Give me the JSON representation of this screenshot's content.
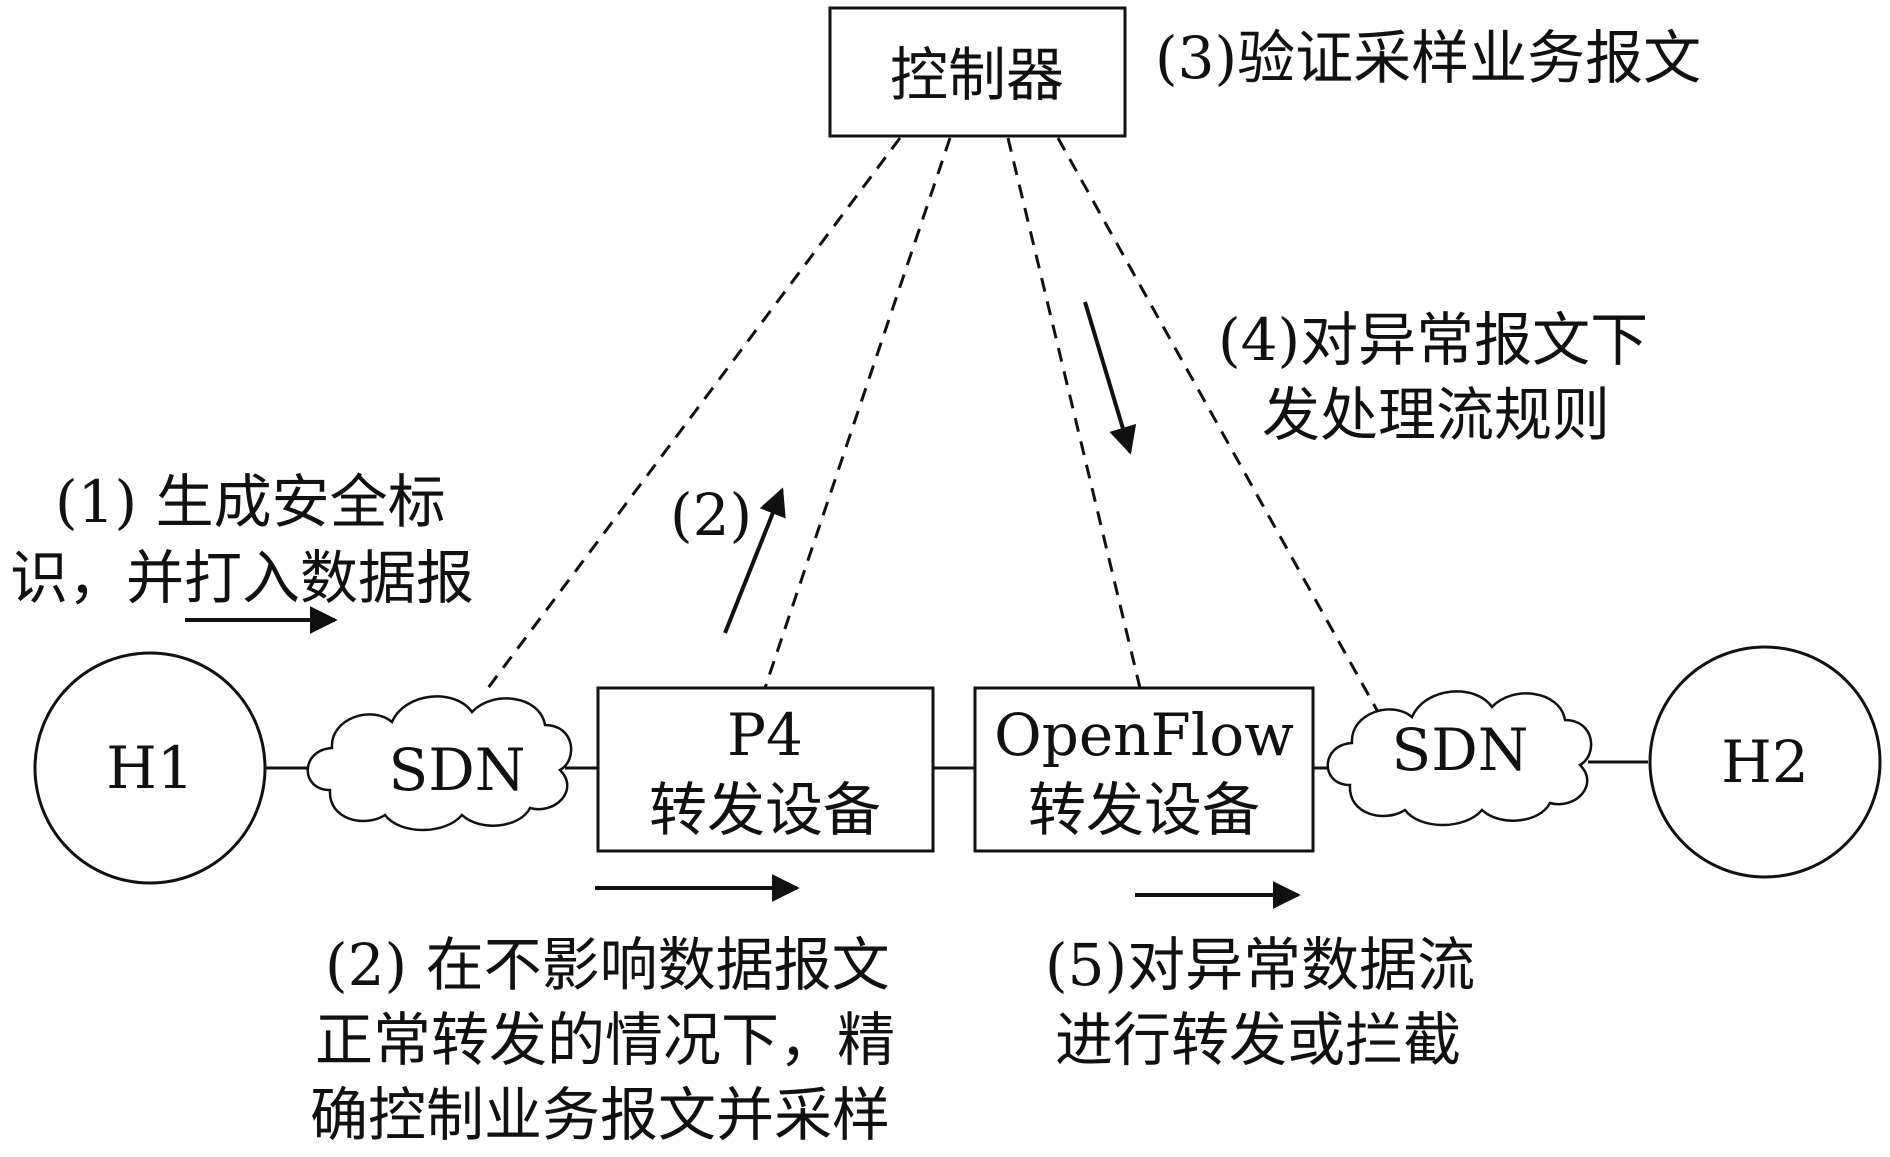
{
  "nodes": {
    "controller": "控制器",
    "h1": "H1",
    "h2": "H2",
    "sdn_left": "SDN",
    "sdn_right": "SDN",
    "p4": {
      "line1": "P4",
      "line2": "转发设备"
    },
    "openflow": {
      "line1": "OpenFlow",
      "line2": "转发设备"
    }
  },
  "annotations": {
    "step1": [
      "(1) 生成安全标",
      "识，并打入数据报"
    ],
    "step2_up": "(2)",
    "step2_main": [
      "(2) 在不影响数据报文",
      "正常转发的情况下，精",
      "确控制业务报文并采样"
    ],
    "step3": "(3)验证采样业务报文",
    "step4": [
      "(4)对异常报文下",
      "发处理流规则"
    ],
    "step5": [
      "(5)对异常数据流",
      "进行转发或拦截"
    ]
  }
}
